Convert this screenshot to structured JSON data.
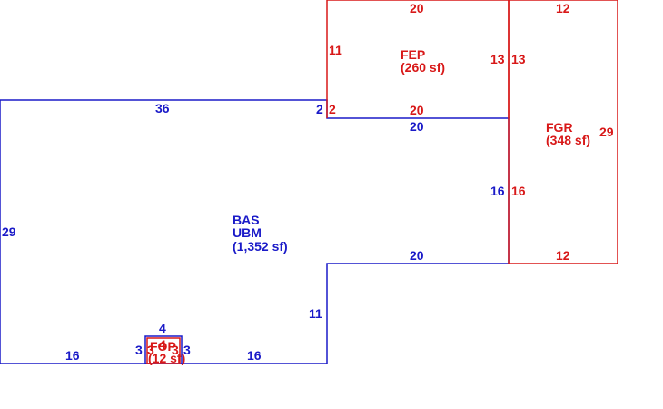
{
  "colors": {
    "base": "#1a1ac8",
    "addition": "#d81818"
  },
  "areas": {
    "bas": {
      "code1": "BAS",
      "code2": "UBM",
      "area": "(1,352 sf)"
    },
    "fep": {
      "code": "FEP",
      "area": "(260 sf)"
    },
    "fgr": {
      "code": "FGR",
      "area": "(348 sf)"
    },
    "fop": {
      "code": "FOP",
      "area": "(12 sf)"
    }
  },
  "dimensions": {
    "bas_top": "36",
    "bas_left": "29",
    "bas_step": "2",
    "bas_mid_top": "20",
    "bas_right_upper": "16",
    "bas_mid_bottom": "20",
    "bas_right_lower": "11",
    "bas_bottom_left": "16",
    "bas_bottom_right": "16",
    "notch_top": "4",
    "notch_left": "3",
    "notch_right": "3",
    "fep_top": "20",
    "fep_left": "11",
    "fep_step": "2",
    "fep_bottom": "20",
    "fep_right": "13",
    "fgr_left_upper": "13",
    "fgr_left_lower": "16",
    "fgr_top": "12",
    "fgr_right": "29",
    "fgr_bottom": "12",
    "fop_left": "3",
    "fop_inner": "4",
    "fop_right": "3"
  }
}
